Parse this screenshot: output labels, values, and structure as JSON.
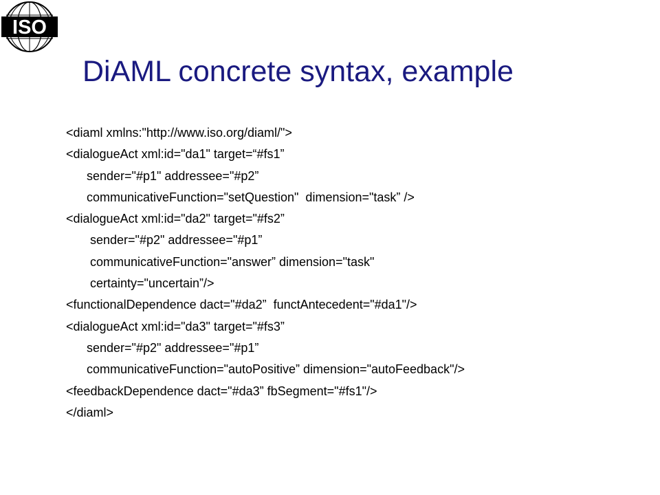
{
  "logo": {
    "text": "ISO"
  },
  "slide": {
    "title": "DiAML concrete syntax, example",
    "lines": [
      "<diaml xmlns:\"http://www.iso.org/diaml/\">",
      "<dialogueAct xml:id=\"da1\" target=“#fs1”",
      "      sender=\"#p1\" addressee=\"#p2”",
      "      communicativeFunction=\"setQuestion\"  dimension=\"task” />",
      "<dialogueAct xml:id=\"da2\" target=\"#fs2”",
      "       sender=\"#p2\" addressee=\"#p1”",
      "       communicativeFunction=\"answer” dimension=\"task\"",
      "       certainty=\"uncertain”/>",
      "<functionalDependence dact=\"#da2”  functAntecedent=\"#da1\"/>",
      "<dialogueAct xml:id=\"da3\" target=\"#fs3”",
      "      sender=\"#p2\" addressee=\"#p1”",
      "      communicativeFunction=\"autoPositive” dimension=\"autoFeedback\"/>",
      "<feedbackDependence dact=\"#da3” fbSegment=\"#fs1\"/>",
      "</diaml>"
    ]
  }
}
